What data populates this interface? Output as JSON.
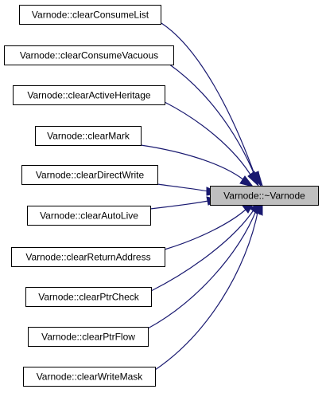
{
  "graph": {
    "target": "Varnode::~Varnode",
    "callers": [
      "Varnode::clearConsumeList",
      "Varnode::clearConsumeVacuous",
      "Varnode::clearActiveHeritage",
      "Varnode::clearMark",
      "Varnode::clearDirectWrite",
      "Varnode::clearAutoLive",
      "Varnode::clearReturnAddress",
      "Varnode::clearPtrCheck",
      "Varnode::clearPtrFlow",
      "Varnode::clearWriteMask"
    ]
  },
  "colors": {
    "edge": "#191970",
    "target_fill": "#bfbfbf",
    "node_fill": "#ffffff",
    "node_border": "#000000"
  }
}
